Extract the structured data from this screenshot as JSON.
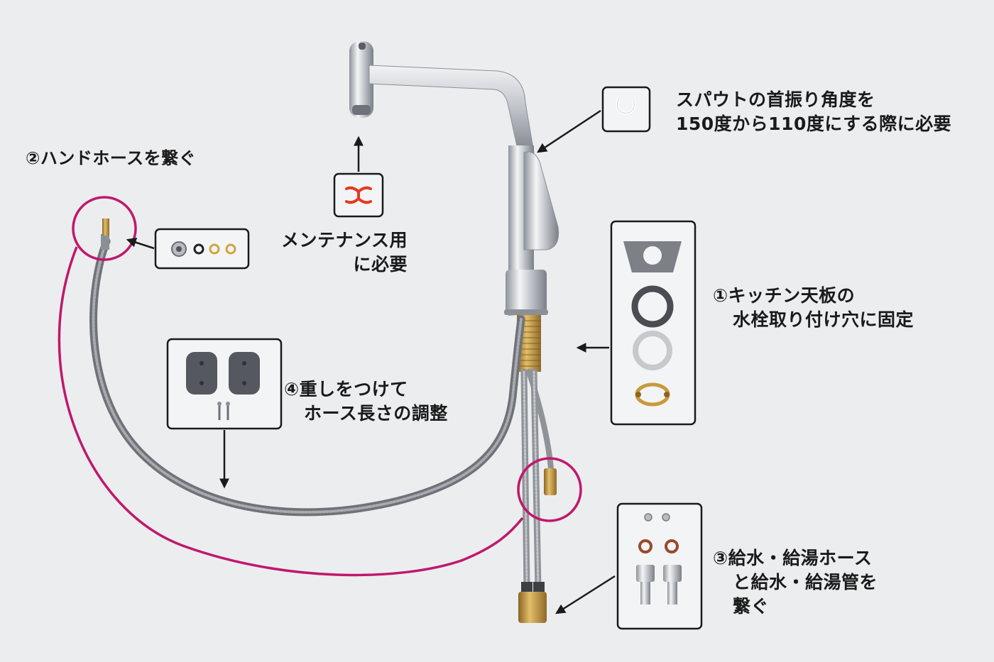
{
  "labels": {
    "spout": [
      "スパウトの首振り角度を",
      "150度から110度にする際に必要"
    ],
    "hand_hose": [
      "②ハンドホースを繋ぐ"
    ],
    "maintenance": [
      "メンテナンス用",
      "に必要"
    ],
    "fix": [
      "①キッチン天板の",
      "水栓取り付け穴に固定"
    ],
    "weight": [
      "④重しをつけて",
      "ホース長さの調整"
    ],
    "supply": [
      "③給水・給湯ホース",
      "と給水・給湯管を",
      "繋ぐ"
    ]
  },
  "colors": {
    "background": "#ecedef",
    "highlight_circle": "#c0186d",
    "maintenance_tool": "#e53a1f",
    "chrome": "#c9ccd1",
    "brass": "#c89a3a",
    "hose": "#7d8085",
    "callout_border": "#1a1a1a"
  },
  "icons": {
    "spout_part": "clip-ring-icon",
    "maintenance_part": "wrench-key-icon",
    "hand_hose_parts": "nut-and-washers-icon",
    "fix_parts": "mounting-plate-and-rings-icon",
    "weight_parts": "hose-weight-icon",
    "supply_parts": "fittings-and-gaskets-icon"
  }
}
